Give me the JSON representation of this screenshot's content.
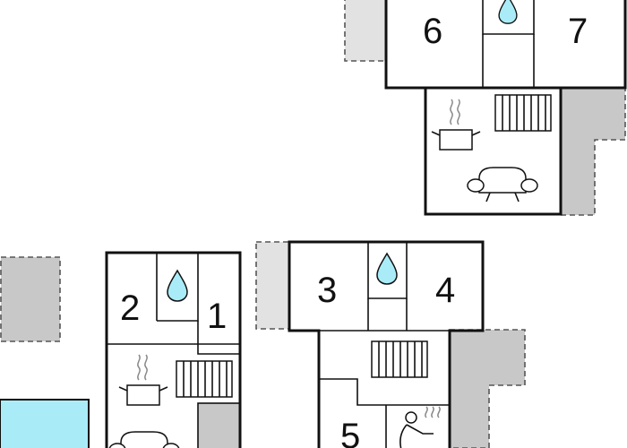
{
  "rooms": {
    "r1": "1",
    "r2": "2",
    "r3": "3",
    "r4": "4",
    "r5": "5",
    "r6": "6",
    "r7": "7"
  },
  "colors": {
    "wall": "#111111",
    "terrace_fill": "#c8c8c8",
    "terrace_light": "#e2e2e2",
    "pool": "#a9ecf8",
    "water_drop": "#a9ecf8"
  },
  "icons": [
    "water-drop-icon",
    "cooking-pot-icon",
    "radiator-icon",
    "sofa-icon",
    "sauna-icon"
  ]
}
